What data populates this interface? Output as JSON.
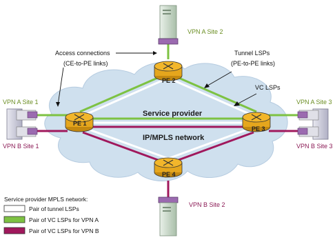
{
  "labels": {
    "access_connections": "Access connections",
    "access_sub": "(CE-to-PE links)",
    "tunnel_lsps": "Tunnel LSPs",
    "tunnel_sub": "(PE-to-PE links)",
    "vc_lsps": "VC LSPs",
    "cloud_line1": "Service provider",
    "cloud_line2": "IP/MPLS network"
  },
  "routers": {
    "pe1": "PE 1",
    "pe2": "PE 2",
    "pe3": "PE 3",
    "pe4": "PE 4"
  },
  "sites": {
    "vpn_a_site1": "VPN A Site 1",
    "vpn_b_site1": "VPN B Site 1",
    "vpn_a_site2": "VPN A Site 2",
    "vpn_b_site2": "VPN B Site 2",
    "vpn_a_site3": "VPN A Site 3",
    "vpn_b_site3": "VPN B Site 3"
  },
  "legend": {
    "title": "Service provider MPLS network:",
    "items": [
      {
        "label": "Pair of  tunnel LSPs",
        "color": "#ffffff"
      },
      {
        "label": "Pair of VC LSPs for VPN A",
        "color": "#7dc242"
      },
      {
        "label": "Pair of VC LSPs for VPN B",
        "color": "#a0185c"
      }
    ]
  },
  "colors": {
    "cloud": "#cfe0ee",
    "router": "#f2b62b",
    "vpn_a": "#7dc242",
    "vpn_b": "#a0185c",
    "tunnel": "#ffffff",
    "server": "#c8d8c8"
  }
}
